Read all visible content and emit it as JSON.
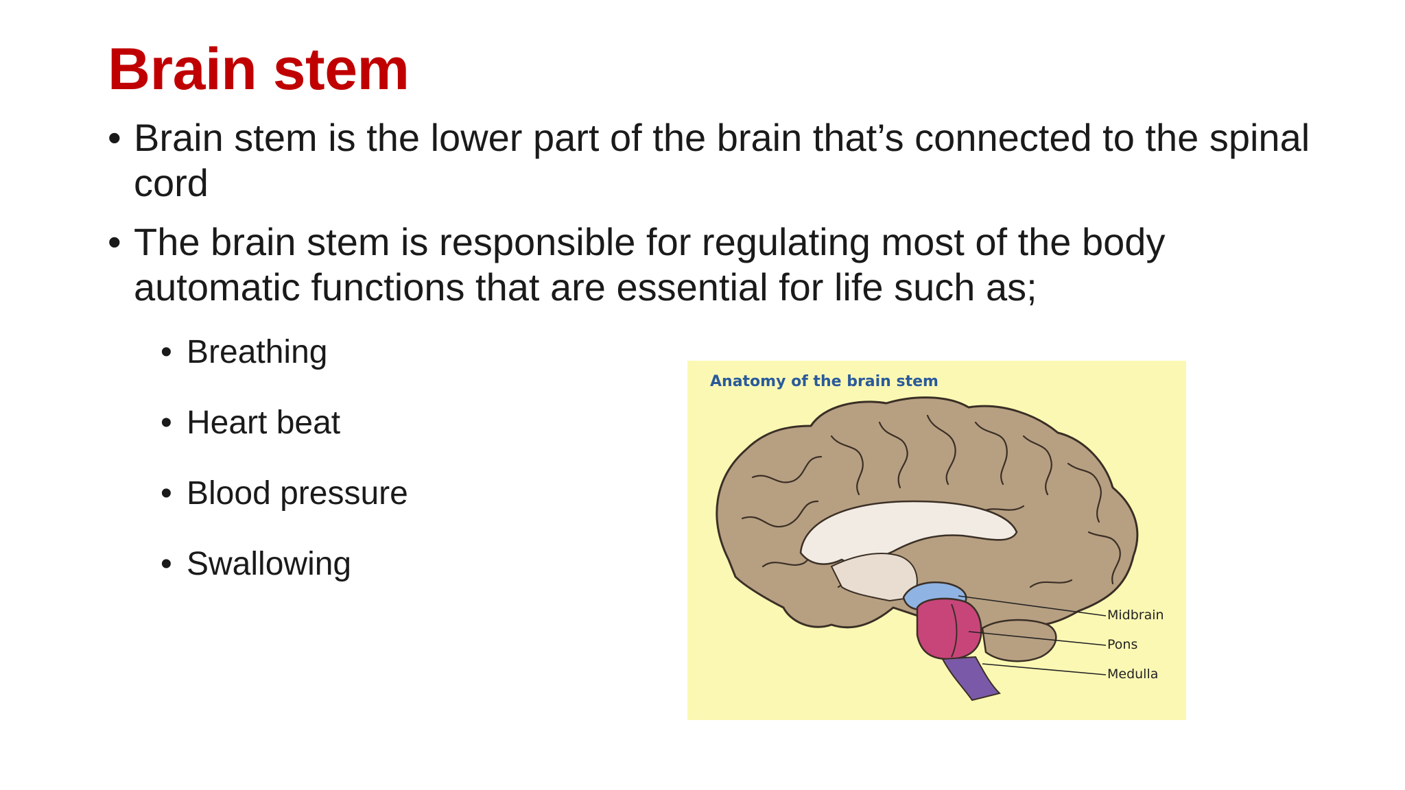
{
  "slide": {
    "title": "Brain stem",
    "bullets": [
      "Brain stem is the lower part of the brain that’s connected to the spinal cord",
      "The brain stem is responsible for regulating most of the body automatic functions that are essential for life such as;"
    ],
    "sub_bullets": [
      "Breathing",
      "Heart beat",
      "Blood pressure",
      "Swallowing"
    ],
    "bullet_glyph": "•"
  },
  "figure": {
    "title": "Anatomy of the brain stem",
    "labels": {
      "midbrain": "Midbrain",
      "pons": "Pons",
      "medulla": "Medulla"
    },
    "colors": {
      "background": "#fbf8b4",
      "cortex": "#b79f82",
      "midbrain": "#8fb3e3",
      "pons": "#c8457a",
      "medulla": "#7a5aa8"
    }
  },
  "colors": {
    "title": "#c00000",
    "text": "#1a1a1a"
  }
}
